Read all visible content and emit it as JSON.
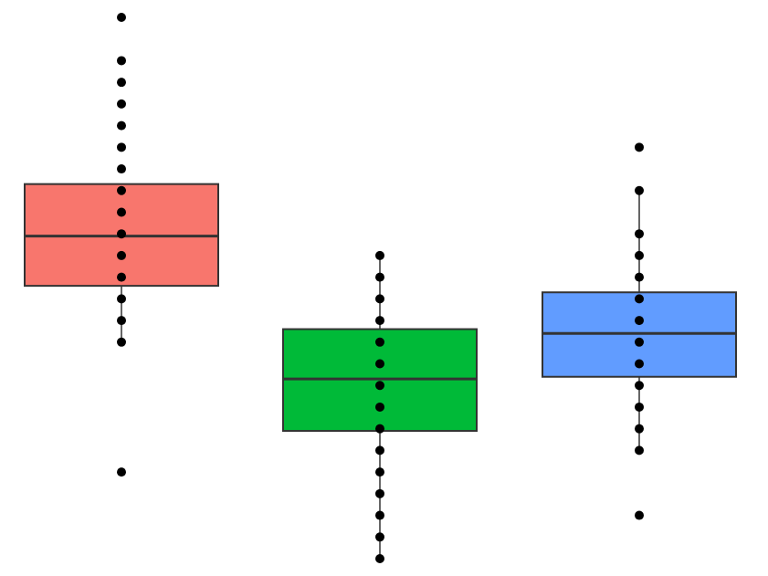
{
  "chart_data": {
    "type": "boxplot",
    "ylim": [
      0,
      25
    ],
    "grid": false,
    "legend": "none",
    "series": [
      {
        "color": "#F8766D",
        "q1": 12.6,
        "median": 14.9,
        "q3": 17.3,
        "whisker_low": 10.1,
        "whisker_high": 17.3,
        "points": [
          25.0,
          23.0,
          22.0,
          21.0,
          20.0,
          19.0,
          18.0,
          17.0,
          16.0,
          15.0,
          14.0,
          13.0,
          12.0,
          11.0,
          10.0,
          4.0
        ]
      },
      {
        "color": "#00BA38",
        "q1": 5.9,
        "median": 8.3,
        "q3": 10.6,
        "whisker_low": 0.0,
        "whisker_high": 14.0,
        "points": [
          14.0,
          13.0,
          12.0,
          11.0,
          10.0,
          9.0,
          8.0,
          7.0,
          6.0,
          5.0,
          4.0,
          3.0,
          2.0,
          1.0,
          0.0
        ]
      },
      {
        "color": "#619CFF",
        "q1": 8.4,
        "median": 10.4,
        "q3": 12.3,
        "whisker_low": 5.0,
        "whisker_high": 17.0,
        "points": [
          19.0,
          17.0,
          15.0,
          14.0,
          13.0,
          12.0,
          11.0,
          10.0,
          9.0,
          8.0,
          7.0,
          6.0,
          5.0,
          2.0
        ]
      }
    ]
  }
}
